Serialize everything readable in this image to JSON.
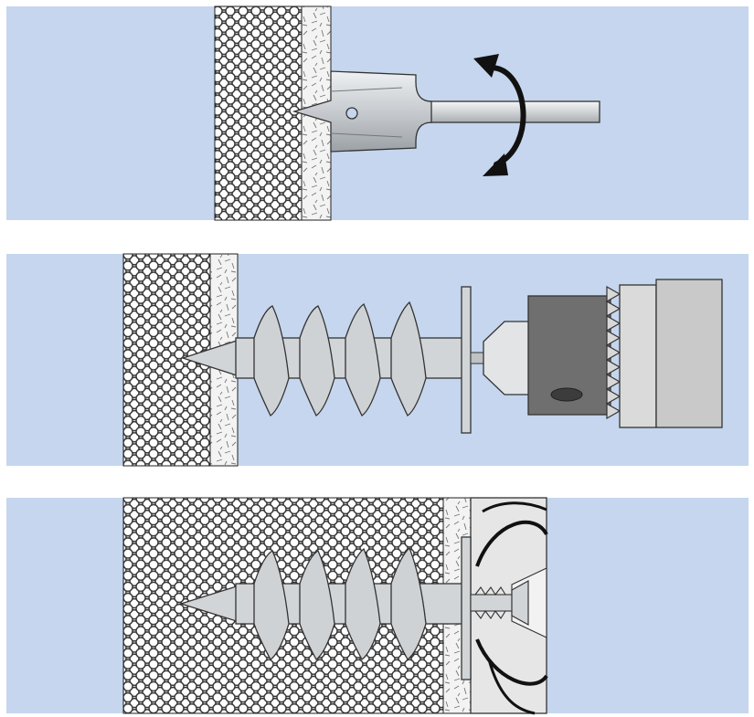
{
  "steps": [
    {
      "id": "step-1-spiral-drill"
    },
    {
      "id": "step-2-drive-anchor"
    },
    {
      "id": "step-3-fix-screw"
    }
  ],
  "colors": {
    "background": "#c5d6ee",
    "insulation": "#ffffff",
    "render_layer": "#f3f3f3",
    "metal": "#d2d5d8",
    "chuck_dark": "#6f6f6f",
    "chuck_light": "#c9c9c9",
    "outline": "#222222",
    "arrow": "#111111"
  }
}
